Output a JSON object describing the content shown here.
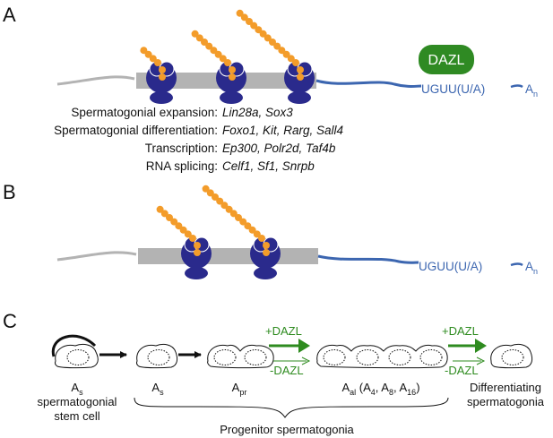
{
  "panels": {
    "a": "A",
    "b": "B",
    "c": "C"
  },
  "dazl_label": "DAZL",
  "motif": "UGUU(U/A)",
  "polya": {
    "base": "A",
    "sub": "n"
  },
  "categories": [
    {
      "label": "Spermatogonial expansion:",
      "genes": "Lin28a, Sox3"
    },
    {
      "label": "Spermatogonial differentiation:",
      "genes": "Foxo1, Kit, Rarg, Sall4"
    },
    {
      "label": "Transcription:",
      "genes": "Ep300, Polr2d, Taf4b"
    },
    {
      "label": "RNA splicing:",
      "genes": "Celf1, Sf1, Snrpb"
    }
  ],
  "lineage": {
    "plus_dazl": "+DAZL",
    "minus_dazl": "-DAZL",
    "stem": {
      "base": "A",
      "sub": "s",
      "line1": "spermatogonial",
      "line2": "stem cell"
    },
    "as": {
      "base": "A",
      "sub": "s"
    },
    "apr": {
      "base": "A",
      "sub": "pr"
    },
    "aal": {
      "base": "A",
      "sub": "al",
      "p1": " (A",
      "s1": "4",
      "p2": ", A",
      "s2": "8",
      "p3": ", A",
      "s3": "16",
      "p4": ")"
    },
    "diff": {
      "line1": "Differentiating",
      "line2": "spermatogonia"
    },
    "progenitor": "Progenitor spermatogonia"
  },
  "colors": {
    "ribosome": "#2a2a8c",
    "peptide": "#f39c2a",
    "cds": "#b3b3b3",
    "utr3": "#3c66b0",
    "utr5": "#b3b3b3",
    "dazl": "#2f8a23",
    "green_text": "#2e8b1f"
  }
}
